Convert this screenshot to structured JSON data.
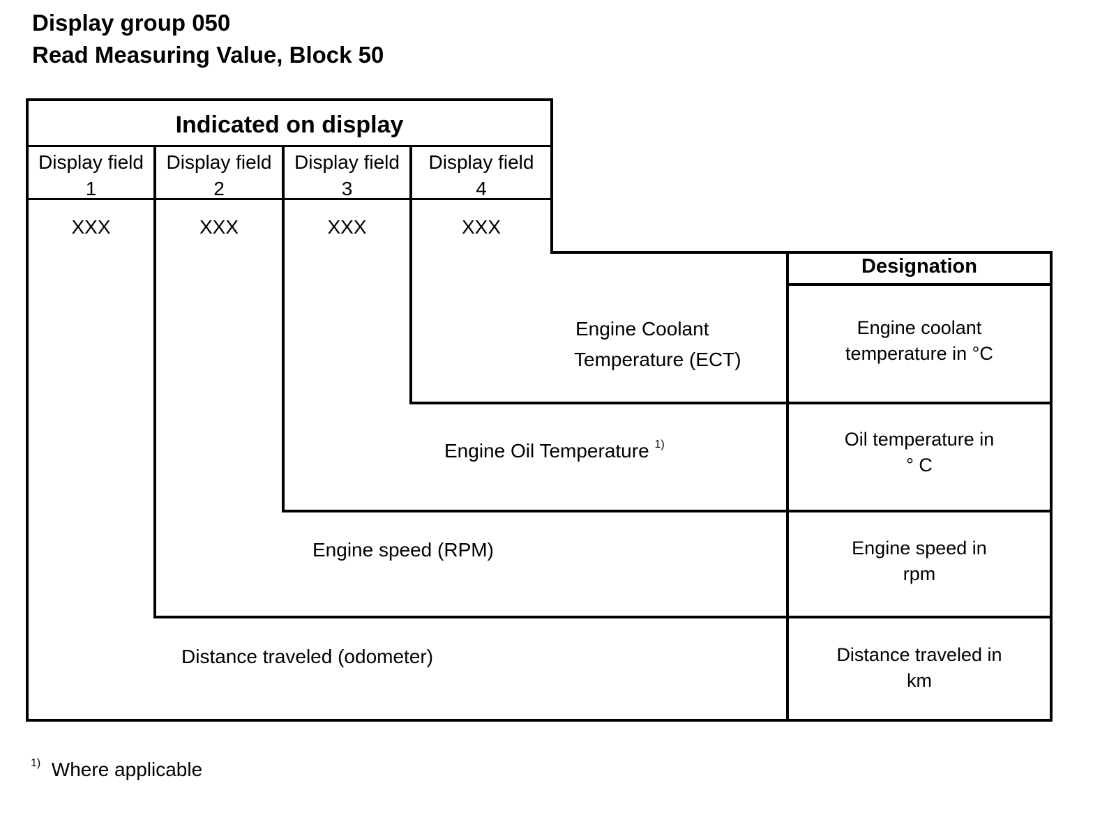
{
  "header": {
    "title_line1": "Display group 050",
    "title_line2": "Read Measuring Value, Block 50"
  },
  "table": {
    "indicated_header": "Indicated on display",
    "designation_header": "Designation",
    "fields": [
      {
        "label": "Display field",
        "number": "1",
        "value": "XXX"
      },
      {
        "label": "Display field",
        "number": "2",
        "value": "XXX"
      },
      {
        "label": "Display field",
        "number": "3",
        "value": "XXX"
      },
      {
        "label": "Display field",
        "number": "4",
        "value": "XXX"
      }
    ],
    "rows": [
      {
        "name_line1": "Engine Coolant",
        "name_line2": "Temperature (ECT)",
        "designation_line1": "Engine coolant",
        "designation_line2": "temperature in °C"
      },
      {
        "name": "Engine Oil Temperature",
        "name_sup": "1)",
        "designation_line1": "Oil temperature in",
        "designation_line2": "° C"
      },
      {
        "name": "Engine speed (RPM)",
        "designation_line1": "Engine speed in",
        "designation_line2": "rpm"
      },
      {
        "name": "Distance traveled (odometer)",
        "designation_line1": "Distance traveled in",
        "designation_line2": "km"
      }
    ]
  },
  "footnote": {
    "marker": "1)",
    "text": "Where applicable"
  }
}
